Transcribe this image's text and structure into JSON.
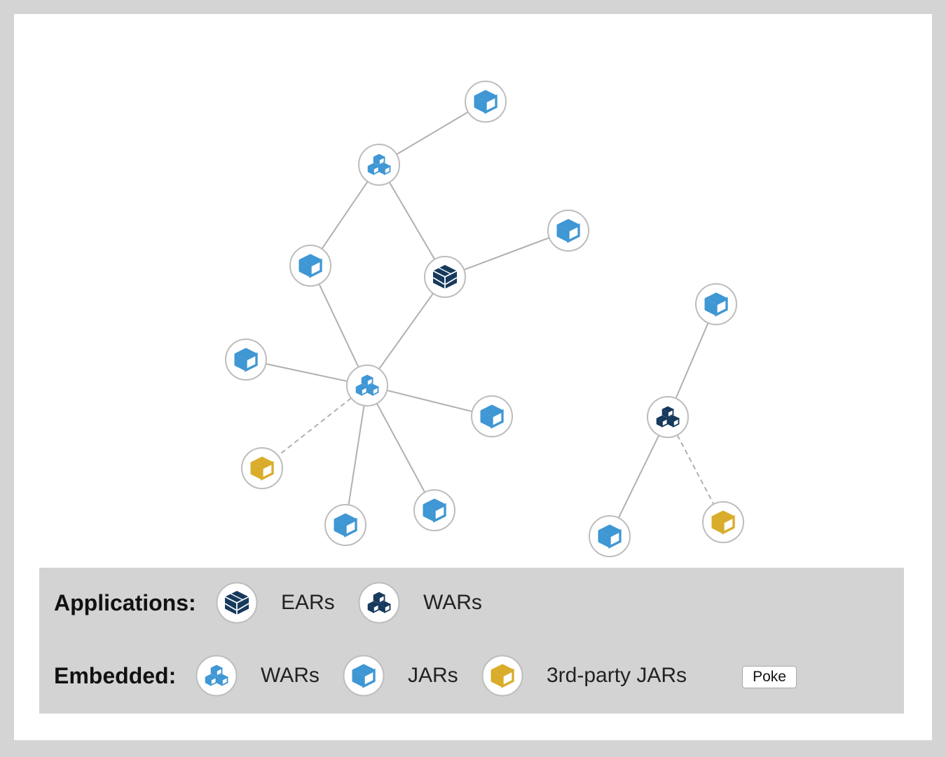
{
  "colors": {
    "jar": "#3f97d4",
    "third_party_jar": "#d9ad2b",
    "war": "#3f97d4",
    "application": "#17395c",
    "link": "#b0b0b0",
    "node_border": "#bdbdbd"
  },
  "graph": {
    "nodes": [
      {
        "id": "n1",
        "kind": "jar",
        "icon": "cube-icon"
      },
      {
        "id": "n2",
        "kind": "embedded-war",
        "icon": "cubes-icon"
      },
      {
        "id": "n3",
        "kind": "jar",
        "icon": "cube-icon"
      },
      {
        "id": "n4",
        "kind": "ear",
        "icon": "ear-box-icon"
      },
      {
        "id": "n5",
        "kind": "jar",
        "icon": "cube-icon"
      },
      {
        "id": "n6",
        "kind": "jar",
        "icon": "cube-icon"
      },
      {
        "id": "n7",
        "kind": "embedded-war",
        "icon": "cubes-icon"
      },
      {
        "id": "n8",
        "kind": "jar",
        "icon": "cube-icon"
      },
      {
        "id": "n9",
        "kind": "third-party-jar",
        "icon": "cube-icon"
      },
      {
        "id": "n10",
        "kind": "jar",
        "icon": "cube-icon"
      },
      {
        "id": "n11",
        "kind": "jar",
        "icon": "cube-icon"
      },
      {
        "id": "n12",
        "kind": "jar",
        "icon": "cube-icon"
      },
      {
        "id": "n13",
        "kind": "application-war",
        "icon": "cubes-icon"
      },
      {
        "id": "n14",
        "kind": "jar",
        "icon": "cube-icon"
      },
      {
        "id": "n15",
        "kind": "third-party-jar",
        "icon": "cube-icon"
      }
    ],
    "links": [
      {
        "source": "n2",
        "target": "n1",
        "dashed": false
      },
      {
        "source": "n2",
        "target": "n3",
        "dashed": false
      },
      {
        "source": "n2",
        "target": "n4",
        "dashed": false
      },
      {
        "source": "n4",
        "target": "n5",
        "dashed": false
      },
      {
        "source": "n3",
        "target": "n7",
        "dashed": false
      },
      {
        "source": "n4",
        "target": "n7",
        "dashed": false
      },
      {
        "source": "n7",
        "target": "n6",
        "dashed": false
      },
      {
        "source": "n7",
        "target": "n8",
        "dashed": false
      },
      {
        "source": "n7",
        "target": "n9",
        "dashed": true
      },
      {
        "source": "n7",
        "target": "n10",
        "dashed": false
      },
      {
        "source": "n7",
        "target": "n11",
        "dashed": false
      },
      {
        "source": "n13",
        "target": "n12",
        "dashed": false
      },
      {
        "source": "n13",
        "target": "n14",
        "dashed": false
      },
      {
        "source": "n13",
        "target": "n15",
        "dashed": true
      }
    ]
  },
  "legend": {
    "applications": {
      "heading": "Applications:",
      "ear_label": "EARs",
      "war_label": "WARs"
    },
    "embedded": {
      "heading": "Embedded:",
      "war_label": "WARs",
      "jar_label": "JARs",
      "third_party_label": "3rd-party JARs"
    },
    "poke_button": "Poke"
  }
}
